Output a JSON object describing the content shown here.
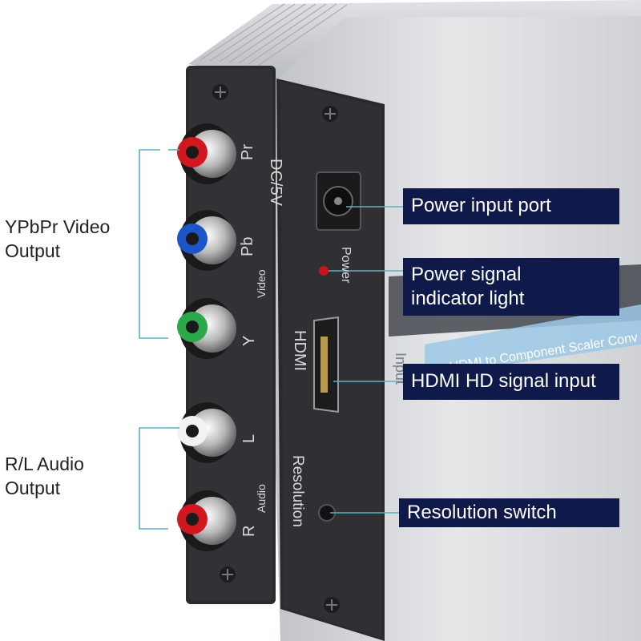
{
  "labels": {
    "video_output": "YPbPr Video\nOutput",
    "audio_output": "R/L Audio\nOutput"
  },
  "callouts": {
    "power_input": "Power input port",
    "power_indicator": "Power signal\nindicator light",
    "hdmi_input": "HDMI HD signal input",
    "resolution_switch": "Resolution switch"
  },
  "panel_text": {
    "pr": "Pr",
    "pb": "Pb",
    "video": "Video",
    "y": "Y",
    "l": "L",
    "audio": "Audio",
    "r": "R",
    "dc": "DC/5V",
    "power": "Power",
    "hdmi": "HDMI",
    "resolution": "Resolution",
    "input": "Input",
    "case_label": "HDMI to Component Scaler Conv"
  },
  "colors": {
    "callout_bg": "#0f1a4a",
    "leader_line": "#5ab0c8",
    "panel": "#2a2a2c",
    "case": "#d7d9dc",
    "jack_red": "#d0181e",
    "jack_blue": "#1c55c8",
    "jack_green": "#2aa84a",
    "jack_white": "#f2f2f2"
  }
}
